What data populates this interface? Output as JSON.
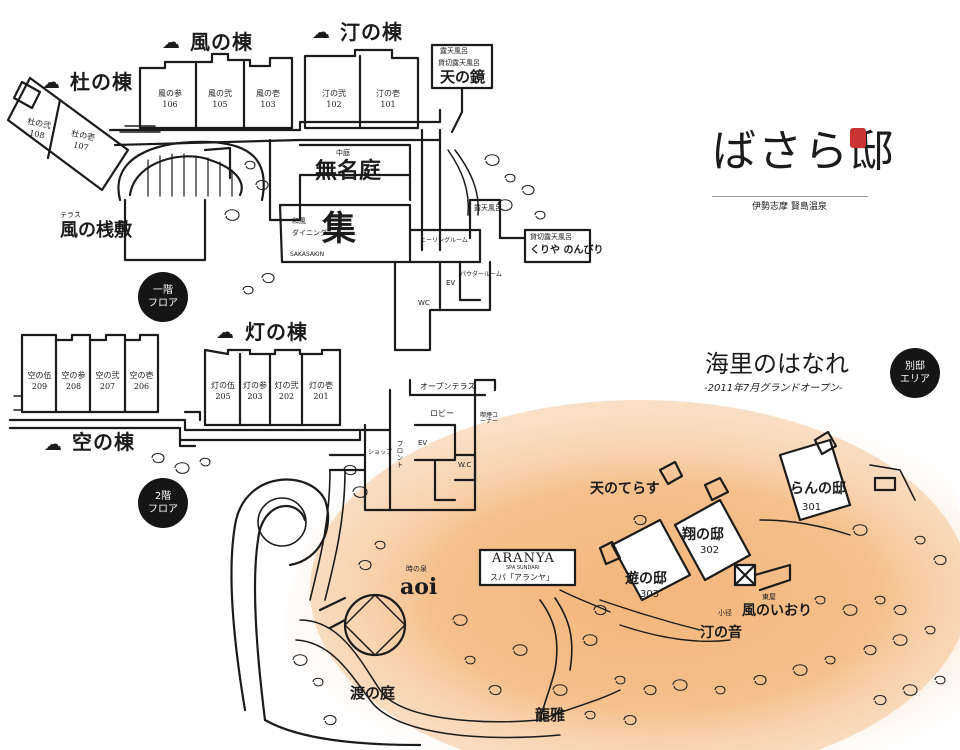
{
  "brand": {
    "logo": "ばさら邸",
    "subtitle": "伊勢志摩 賢島温泉"
  },
  "floors": {
    "first": "一階\nフロア",
    "second": "2階\nフロア",
    "annex": "別邸\nエリア"
  },
  "buildings": {
    "mori": "杜の棟",
    "kaze": "風の棟",
    "nagisa": "汀の棟",
    "tomoshibi": "灯の棟",
    "sora": "空の棟"
  },
  "rooms_first": [
    {
      "name": "杜の弐",
      "number": "108"
    },
    {
      "name": "杜の壱",
      "number": "107"
    },
    {
      "name": "風の参",
      "number": "106"
    },
    {
      "name": "風の弐",
      "number": "105"
    },
    {
      "name": "風の壱",
      "number": "103"
    },
    {
      "name": "汀の弐",
      "number": "102"
    },
    {
      "name": "汀の壱",
      "number": "101"
    }
  ],
  "rooms_second_sora": [
    {
      "name": "空の伍",
      "number": "209"
    },
    {
      "name": "空の参",
      "number": "208"
    },
    {
      "name": "空の弐",
      "number": "207"
    },
    {
      "name": "空の壱",
      "number": "206"
    }
  ],
  "rooms_second_tomoshibi": [
    {
      "name": "灯の伍",
      "number": "205"
    },
    {
      "name": "灯の参",
      "number": "203"
    },
    {
      "name": "灯の弐",
      "number": "202"
    },
    {
      "name": "灯の壱",
      "number": "201"
    }
  ],
  "facilities": {
    "roten_top_small": "露天風呂",
    "kashikiri_top_small": "貸切露天風呂",
    "ten_no_kagami": "天の鏡",
    "nakaniwa_small": "中庭",
    "mumeitei": "無名庭",
    "terrace_small": "テラス",
    "kaze_no_sajiki": "風の桟敷",
    "wafu_small": "和風",
    "dining_small": "ダイニング",
    "shu": "集",
    "dining_en": "SAKASAKIN",
    "healing": "ヒーリングルーム",
    "powder": "パウダールーム",
    "roten_side_small": "露天風呂",
    "kashikiri_side_small": "貸切露天風呂",
    "kuriya_nonbiri": "くりや のんびり",
    "wc1": "WC",
    "ev1": "EV",
    "open_terrace": "オープンテラス",
    "lobby": "ロビー",
    "smoking": "喫煙コーナー",
    "ev2": "EV",
    "front": "フロント",
    "shop": "ショップ",
    "wc2": "W.C"
  },
  "annex": {
    "title": "海里のはなれ",
    "opening": "-2011年7月グランドオープン-",
    "ten_no_terasu": "天のてらす",
    "ranno_tei": "らんの邸",
    "ran_no_tei_number": "301",
    "sho_no_tei": "翔の邸",
    "sho_no_tei_number": "302",
    "yu_no_tei": "遊の邸",
    "yu_no_tei_number": "303",
    "hanare_small": "東屋",
    "kaze_iori": "風のいおり",
    "komichi_small": "小径",
    "nagisa_no_oto": "汀の音",
    "aranya_en": "ARANYA",
    "aranya_sub": "SPA SUNDARI",
    "aranya_jp": "スパ「アランヤ」",
    "aoi_small": "時の泉",
    "aoi": "aoi",
    "nami_no_niwa": "渡の庭",
    "ryuga": "龍雅"
  }
}
